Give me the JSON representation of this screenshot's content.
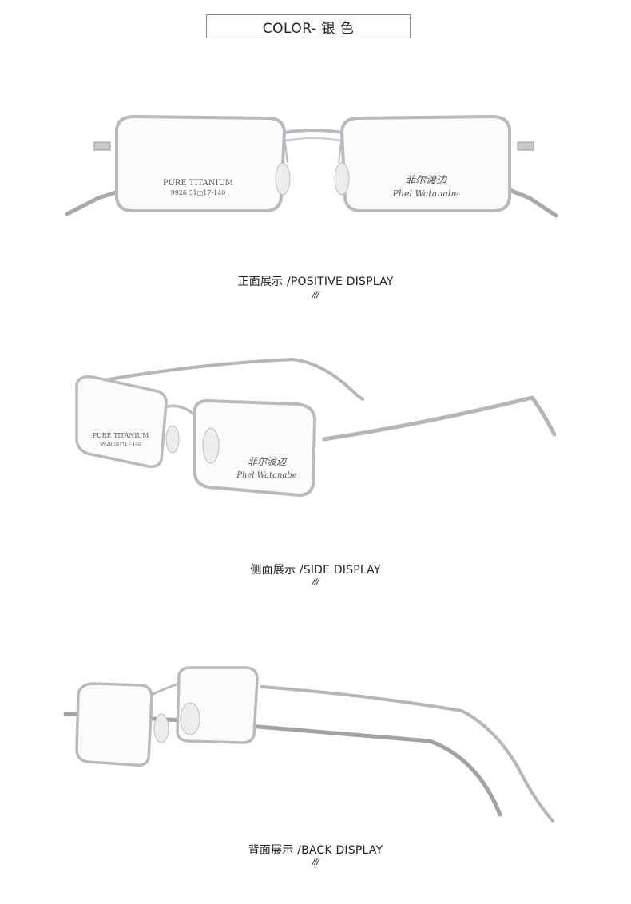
{
  "header": {
    "color_label": "COLOR- 银 色"
  },
  "views": [
    {
      "caption": "正面展示 /POSITIVE DISPLAY",
      "divider": "///",
      "lens_left_line1": "PURE TITANIUM",
      "lens_left_line2": "9926 51□17-140",
      "lens_right_brand_cn": "菲尔渡边",
      "lens_right_brand_en": "Phel Watanabe"
    },
    {
      "caption": "侧面展示 /SIDE DISPLAY",
      "divider": "///",
      "lens_left_line1": "PURE TITANIUM",
      "lens_left_line2": "9926 51□17-140",
      "lens_right_brand_cn": "菲尔渡边",
      "lens_right_brand_en": "Phel Watanabe"
    },
    {
      "caption": "背面展示 /BACK DISPLAY",
      "divider": "///"
    }
  ],
  "colors": {
    "frame": "#b9bcc0",
    "frame_dark": "#8e9297",
    "pad": "#e8e8e8"
  }
}
